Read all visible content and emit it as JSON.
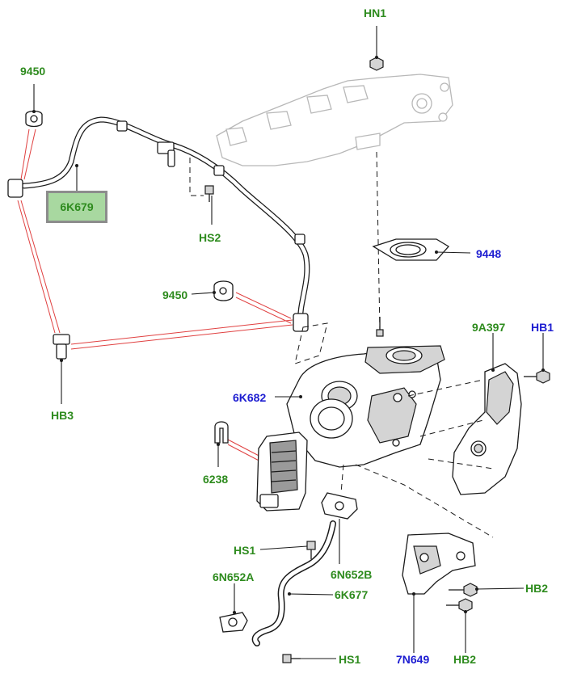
{
  "callouts": {
    "hn1": "HN1",
    "c9450_top": "9450",
    "c6k679": "6K679",
    "hs2": "HS2",
    "c9448": "9448",
    "c9450_mid": "9450",
    "c9a397": "9A397",
    "hb1": "HB1",
    "hb3": "HB3",
    "c6k682": "6K682",
    "c6238": "6238",
    "hs1_top": "HS1",
    "c6n652b": "6N652B",
    "c6n652a": "6N652A",
    "c6k677": "6K677",
    "hb2_top": "HB2",
    "hb2_bottom": "HB2",
    "hs1_bottom": "HS1",
    "c7n649": "7N649"
  },
  "colors": {
    "label_green": "#2e8b1e",
    "label_blue": "#1d1dd1",
    "highlight_fill": "#a8d8a0",
    "highlight_border": "#8c8c8c",
    "reference_lines": "#e04040"
  }
}
